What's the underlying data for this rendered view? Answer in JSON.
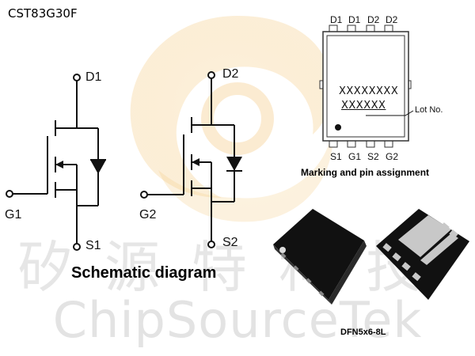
{
  "part_number": "CST83G30F",
  "watermark": {
    "brand_text": "ChipSourceTek",
    "chinese_text": "矽源特科技"
  },
  "schematic": {
    "caption": "Schematic diagram",
    "mosfet1": {
      "drain": "D1",
      "gate": "G1",
      "source": "S1"
    },
    "mosfet2": {
      "drain": "D2",
      "gate": "G2",
      "source": "S2"
    }
  },
  "marking": {
    "caption": "Marking and pin assignment",
    "top_pins": [
      "D1",
      "D1",
      "D2",
      "D2"
    ],
    "bottom_pins": [
      "S1",
      "G1",
      "S2",
      "G2"
    ],
    "code_line1": "XXXXXXXX",
    "code_line2": "XXXXXX",
    "lot_label": "Lot No."
  },
  "package": {
    "caption": "DFN5x6-8L"
  },
  "colors": {
    "watermark_orange": "#f3c77a",
    "chip_body": "#1a1a1a",
    "pad_silver": "#c8c8c8"
  }
}
